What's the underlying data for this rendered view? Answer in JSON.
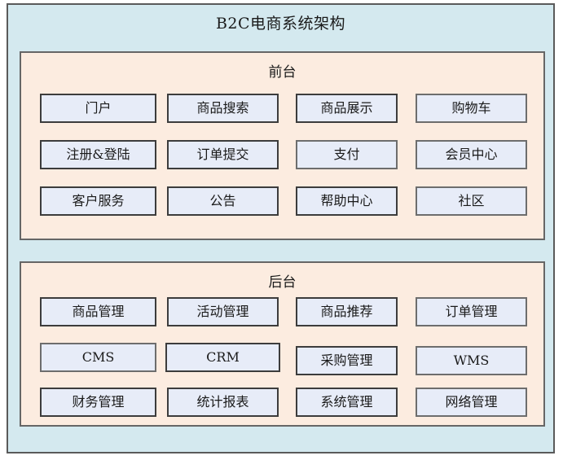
{
  "diagram": {
    "title": "B2C电商系统架构",
    "colors": {
      "outer_panel_bg": "#d4e9ef",
      "outer_panel_border": "#5a5a5a",
      "section_bg": "#fcece0",
      "section_border": "#666666",
      "item_bg": "#e7ecf8",
      "item_border": "#3c3c3c",
      "text": "#1a1a1a"
    },
    "sections": [
      {
        "id": "frontend",
        "title": "前台",
        "rows": [
          [
            {
              "label": "门户"
            },
            {
              "label": "商品搜索"
            },
            {
              "label": "商品展示"
            },
            {
              "label": "购物车"
            }
          ],
          [
            {
              "label": "注册&登陆"
            },
            {
              "label": "订单提交"
            },
            {
              "label": "支付"
            },
            {
              "label": "会员中心"
            }
          ],
          [
            {
              "label": "客户服务"
            },
            {
              "label": "公告"
            },
            {
              "label": "帮助中心"
            },
            {
              "label": "社区"
            }
          ]
        ]
      },
      {
        "id": "backend",
        "title": "后台",
        "rows": [
          [
            {
              "label": "商品管理"
            },
            {
              "label": "活动管理"
            },
            {
              "label": "商品推荐"
            },
            {
              "label": "订单管理"
            }
          ],
          [
            {
              "label": "CMS"
            },
            {
              "label": "CRM"
            },
            {
              "label": "采购管理"
            },
            {
              "label": "WMS"
            }
          ],
          [
            {
              "label": "财务管理"
            },
            {
              "label": "统计报表"
            },
            {
              "label": "系统管理"
            },
            {
              "label": "网络管理"
            }
          ]
        ]
      }
    ]
  }
}
